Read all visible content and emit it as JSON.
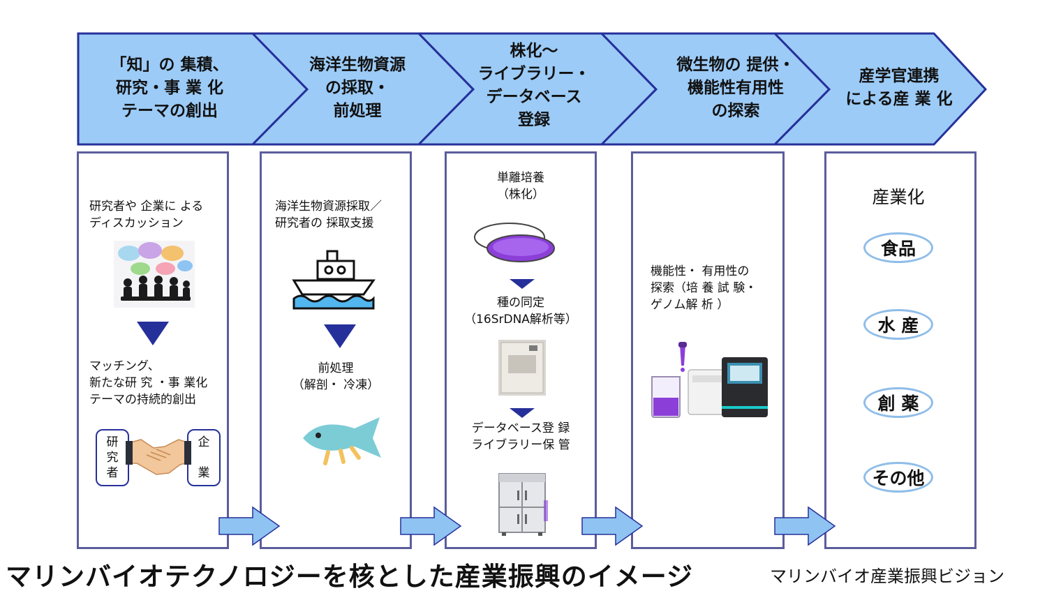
{
  "stages": [
    {
      "label": "「知」の 集積、\n研究・事 業 化\nテーマの創出"
    },
    {
      "label": "海洋生物資源\nの採取・\n前処理"
    },
    {
      "label": "株化～\nライブラリー・\nデータベース\n登録"
    },
    {
      "label": "微生物の 提供・\n機能性有用性\nの探索"
    },
    {
      "label": "産学官連携\nによる産 業 化"
    }
  ],
  "panel1": {
    "text1": "研究者や 企業に よる\nディスカッション",
    "text2": "マッチング、\n新たな研 究 ・事 業化\nテーマの持続的創出",
    "researcher_box": "研\n究\n者",
    "company_box": "企\n\n業"
  },
  "panel2": {
    "text1": "海洋生物資源採取／\n研究者の 採取支援",
    "text2": "前処理\n（解剖・ 冷凍）"
  },
  "panel3": {
    "text1": "単離培養\n（株化）",
    "text2": "種の同定\n（16SrDNA解析等）",
    "text3": "データベース登 録\nライブラリー保 管"
  },
  "panel4": {
    "text1": "機能性・ 有用性の\n探索（培 養 試 験・\nゲノム解 析 ）"
  },
  "panel5": {
    "heading": "産業化",
    "items": [
      "食品",
      "水 産",
      "創 薬",
      "その他"
    ]
  },
  "footer": {
    "title": "マリンバイオテクノロジーを核とした産業振興のイメージ",
    "subtitle": "マリンバイオ産業振興ビジョン"
  },
  "colors": {
    "chevron_fill": "#9ccbf7",
    "chevron_stroke": "#26309a",
    "panel_border": "#5b5d9c",
    "arrow_fill": "#8fc3f2",
    "triangle": "#26309a",
    "pill_border": "#8fbde8"
  }
}
